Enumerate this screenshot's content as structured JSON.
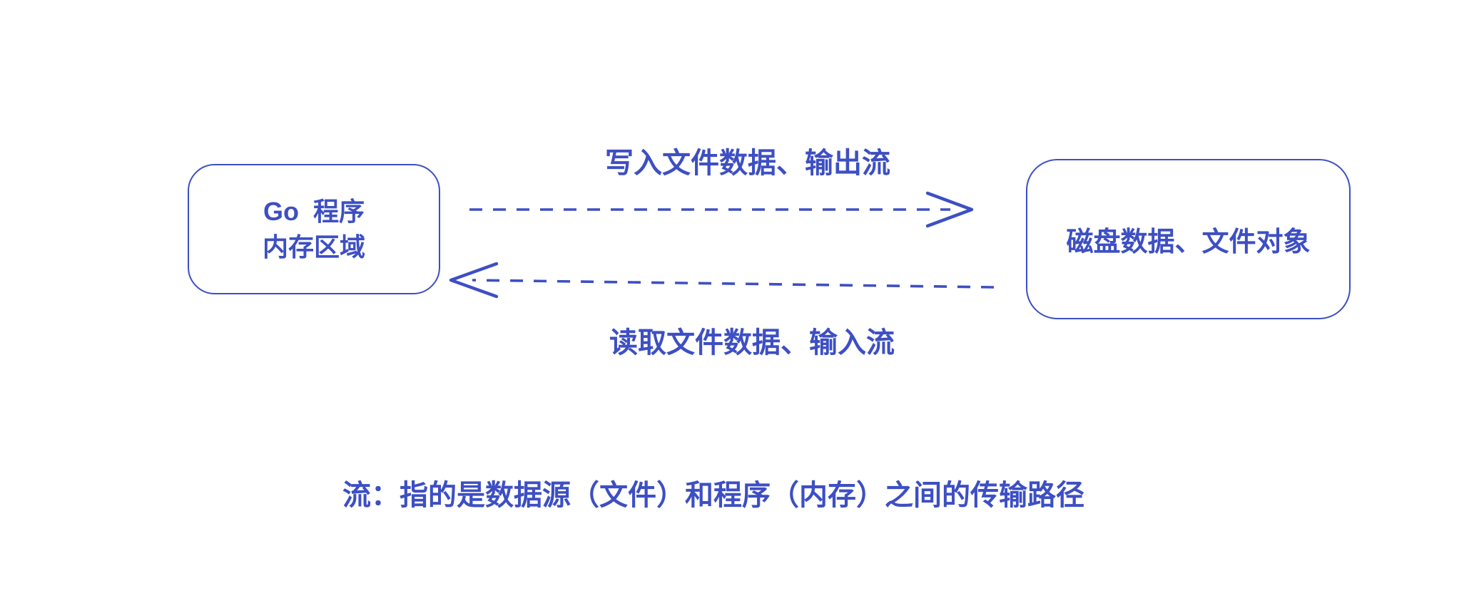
{
  "diagram": {
    "title_semantics": "Go file stream concept diagram",
    "colors": {
      "accent": "#3d4fc3",
      "background": "#ffffff"
    },
    "nodes": {
      "left": {
        "line1": "Go  程序",
        "line2": "内存区域"
      },
      "right": {
        "label": "磁盘数据、文件对象"
      }
    },
    "arrows": {
      "write": {
        "label": "写入文件数据、输出流",
        "direction": "left-to-right",
        "style": "dashed"
      },
      "read": {
        "label": "读取文件数据、输入流",
        "direction": "right-to-left",
        "style": "dashed"
      }
    },
    "caption": "流：指的是数据源（文件）和程序（内存）之间的传输路径"
  }
}
